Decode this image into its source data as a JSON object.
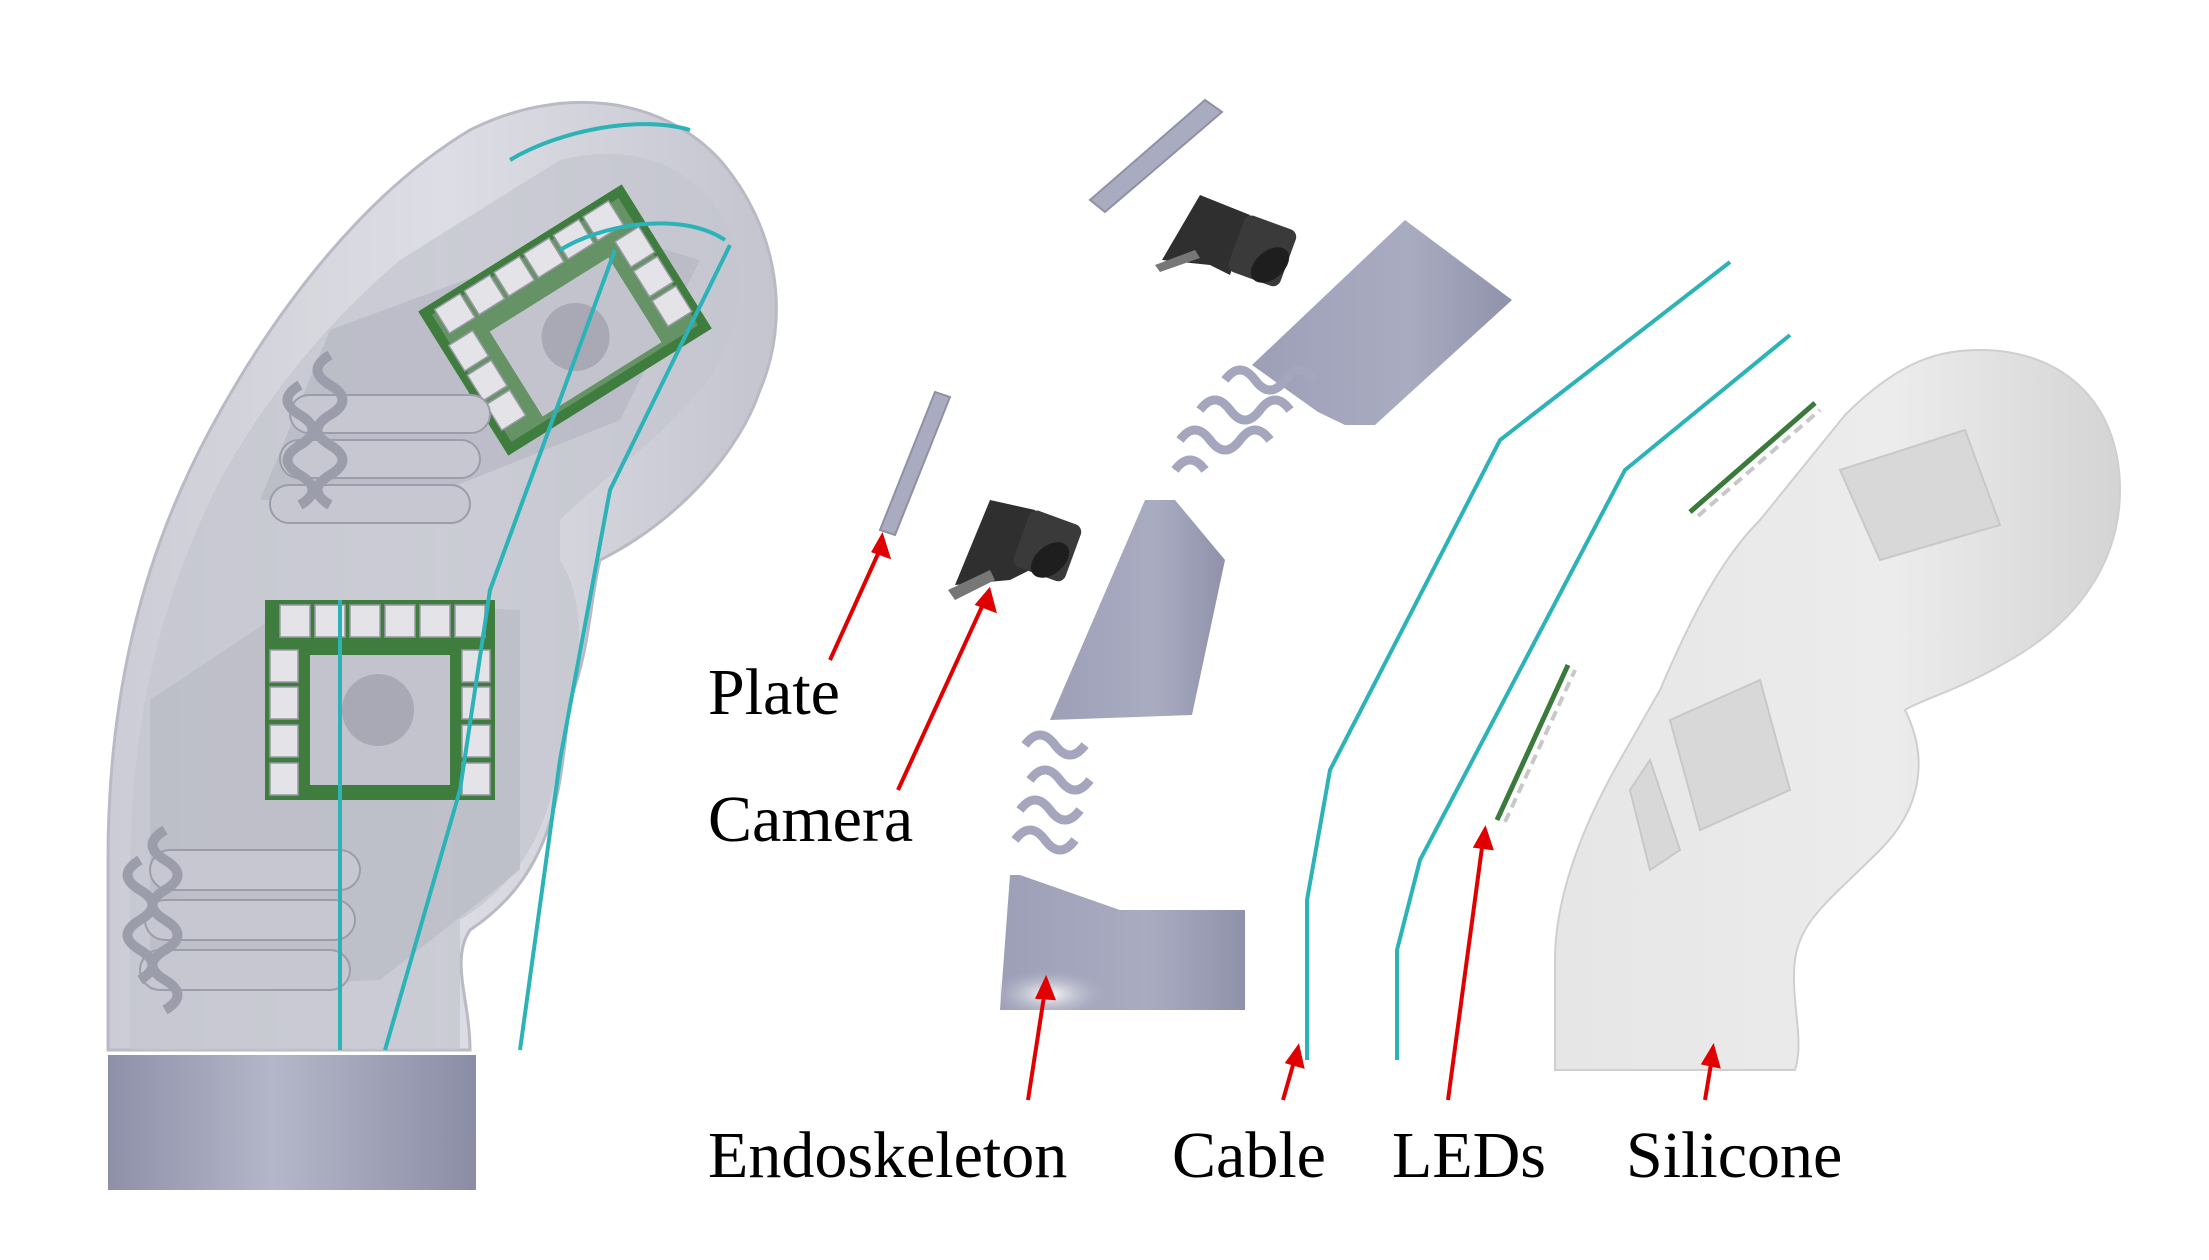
{
  "labels": {
    "plate": "Plate",
    "camera": "Camera",
    "endoskeleton": "Endoskeleton",
    "cable": "Cable",
    "leds": "LEDs",
    "silicone": "Silicone"
  },
  "colors": {
    "background": "#ffffff",
    "arrow": "#e00000",
    "cable": "#2bb3b8",
    "pcb": "#3a7a3a",
    "endoskeleton": "#a3a6bc",
    "silicone": "#e2e2e2",
    "camera": "#2f2f2f",
    "label_text": "#000000"
  }
}
